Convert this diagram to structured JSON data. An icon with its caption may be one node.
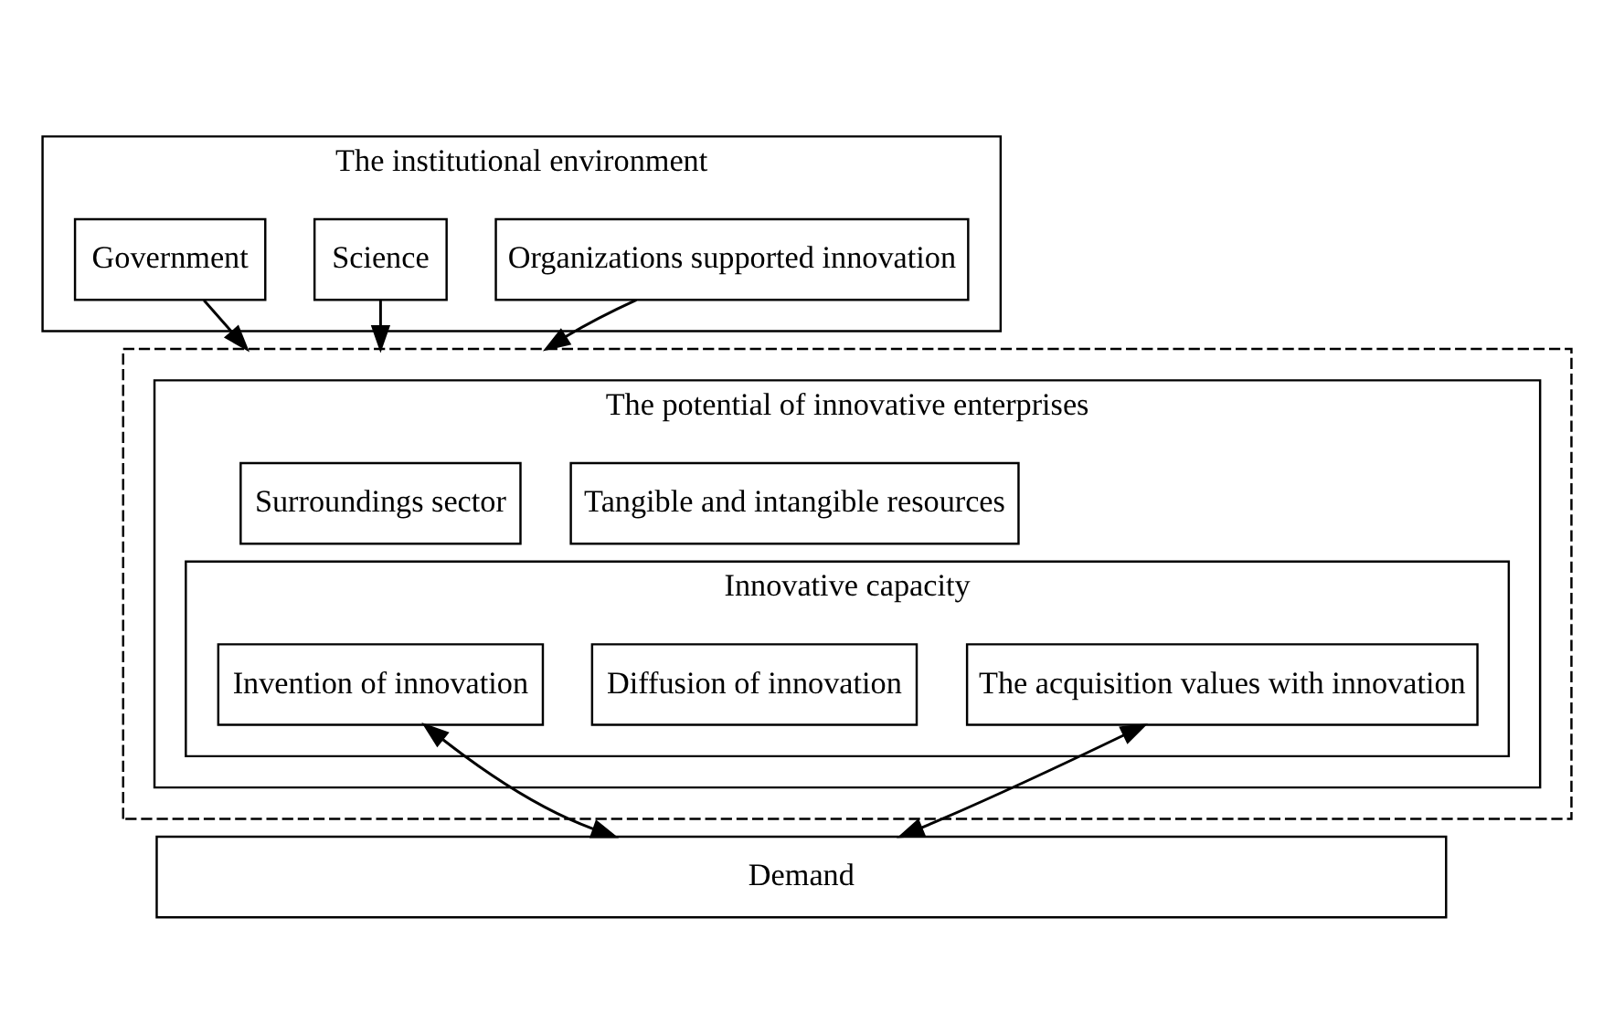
{
  "diagram": {
    "nodes": [
      {
        "text": [
          "The institutional environment"
        ]
      },
      {
        "text": [
          "Government"
        ],
        "in": 0
      },
      {
        "text": [
          "Science"
        ],
        "in": 0
      },
      {
        "text": [
          "Organizations supported innovation"
        ],
        "in": 0
      },
      {
        "text": [],
        "shape": "box"
      },
      {
        "text": [
          "The potential of innovative enterprises"
        ],
        "in": 4
      },
      {
        "text": [
          "Surroundings sector"
        ],
        "in": 5
      },
      {
        "text": [
          "Tangible and intangible resources"
        ],
        "in": 5
      },
      {
        "text": [
          "Innovative capacity"
        ],
        "in": 5
      },
      {
        "text": [
          "Invention of innovation"
        ],
        "in": 8
      },
      {
        "text": [
          "Diffusion of innovation"
        ],
        "in": 8
      },
      {
        "text": [
          "The acquisition values with innovation"
        ],
        "in": 8
      },
      {
        "text": [
          "Demand"
        ]
      }
    ],
    "edges": [
      {
        "from": 1,
        "to": 4,
        "arrow": "to"
      },
      {
        "from": 2,
        "to": 4,
        "arrow": "to"
      },
      {
        "from": 3,
        "to": 4,
        "arrow": "to"
      },
      {
        "from": 9,
        "to": 12,
        "arrow": "both"
      },
      {
        "from": 11,
        "to": 12,
        "arrow": "both"
      }
    ]
  }
}
